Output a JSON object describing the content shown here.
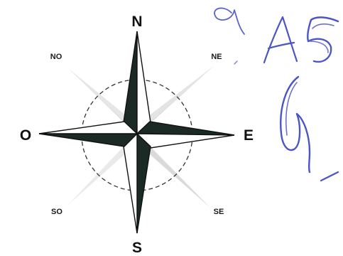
{
  "compass": {
    "labels": {
      "north": "N",
      "south": "S",
      "east": "E",
      "west": "O",
      "northeast": "NE",
      "northwest": "NO",
      "southeast": "SE",
      "southwest": "SO"
    }
  },
  "handwriting": {
    "text": "A5"
  },
  "colors": {
    "star_dark": "#1b2a24",
    "star_light": "#ffffff",
    "outline": "#111111",
    "ring": "#333333",
    "rays_light": "#cfcfcf",
    "rays_pink": "#ead7d9",
    "ink": "#5b63c9"
  }
}
